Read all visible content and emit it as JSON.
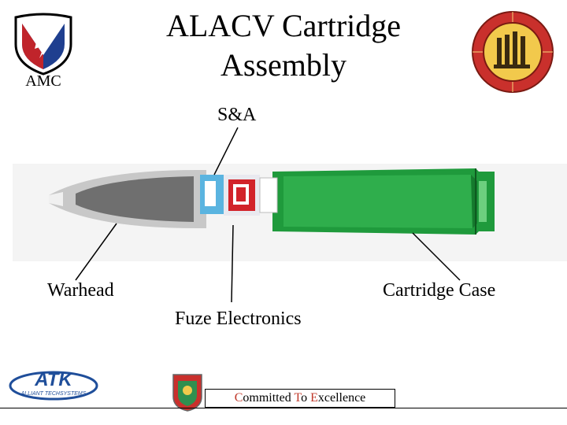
{
  "slide": {
    "title_line1": "ALACV Cartridge",
    "title_line2": "Assembly"
  },
  "logos": {
    "amc_text": "AMC",
    "atk_text": "ATK",
    "atk_subtext": "ALLIANT TECHSYSTEMS"
  },
  "callouts": {
    "sa": "S&A",
    "warhead": "Warhead",
    "cartridge_case": "Cartridge Case",
    "fuze_electronics": "Fuze Electronics"
  },
  "footer": {
    "motto_c": "C",
    "motto_1": "ommitted ",
    "motto_t": "T",
    "motto_2": "o ",
    "motto_e": "E",
    "motto_3": "xcellence"
  },
  "colors": {
    "case_green": "#1f9a3c",
    "warhead_gray": "#6f6f6f",
    "sa_blue": "#5ab4e0",
    "fuze_red": "#d2232a",
    "accent_red": "#c0392b"
  }
}
